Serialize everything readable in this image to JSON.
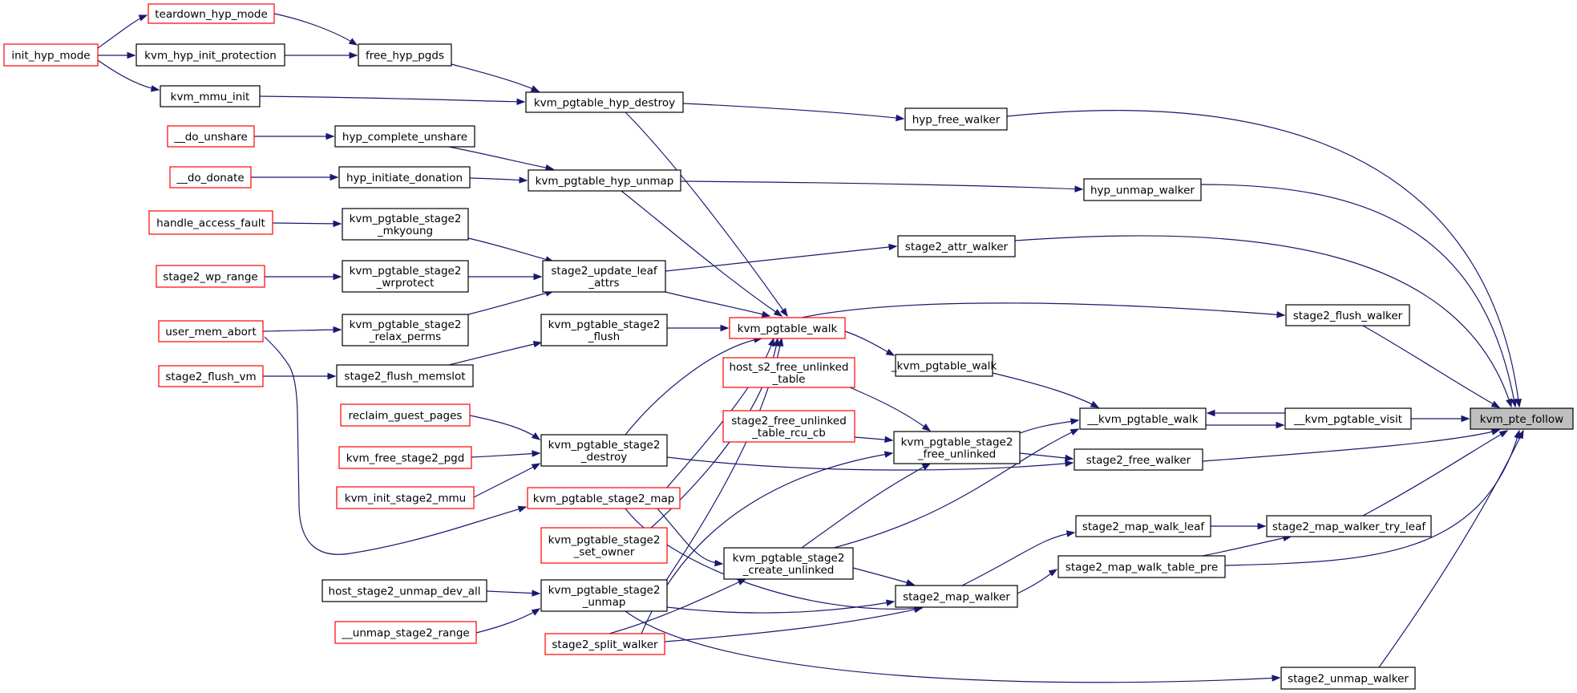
{
  "graph": {
    "colors": {
      "edge": "#191970",
      "border_normal": "#000000",
      "border_truncated": "#ff0000",
      "root_fill": "#bfbfbf",
      "background": "#ffffff"
    },
    "nodes": [
      {
        "id": "n_teardown_hyp_mode",
        "lines": [
          "teardown_hyp_mode"
        ],
        "style": "truncated"
      },
      {
        "id": "n_init_hyp_mode",
        "lines": [
          "init_hyp_mode"
        ],
        "style": "truncated"
      },
      {
        "id": "n_kvm_hyp_init_protection",
        "lines": [
          "kvm_hyp_init_protection"
        ],
        "style": "normal"
      },
      {
        "id": "n_free_hyp_pgds",
        "lines": [
          "free_hyp_pgds"
        ],
        "style": "normal"
      },
      {
        "id": "n_kvm_mmu_init",
        "lines": [
          "kvm_mmu_init"
        ],
        "style": "normal"
      },
      {
        "id": "n_kvm_pgtable_hyp_destroy",
        "lines": [
          "kvm_pgtable_hyp_destroy"
        ],
        "style": "normal"
      },
      {
        "id": "n_hyp_free_walker",
        "lines": [
          "hyp_free_walker"
        ],
        "style": "normal"
      },
      {
        "id": "n_do_unshare",
        "lines": [
          "__do_unshare"
        ],
        "style": "truncated"
      },
      {
        "id": "n_hyp_complete_unshare",
        "lines": [
          "hyp_complete_unshare"
        ],
        "style": "normal"
      },
      {
        "id": "n_do_donate",
        "lines": [
          "__do_donate"
        ],
        "style": "truncated"
      },
      {
        "id": "n_hyp_initiate_donation",
        "lines": [
          "hyp_initiate_donation"
        ],
        "style": "normal"
      },
      {
        "id": "n_kvm_pgtable_hyp_unmap",
        "lines": [
          "kvm_pgtable_hyp_unmap"
        ],
        "style": "normal"
      },
      {
        "id": "n_hyp_unmap_walker",
        "lines": [
          "hyp_unmap_walker"
        ],
        "style": "normal"
      },
      {
        "id": "n_handle_access_fault",
        "lines": [
          "handle_access_fault"
        ],
        "style": "truncated"
      },
      {
        "id": "n_kvm_pgtable_stage2_mkyoung",
        "lines": [
          "kvm_pgtable_stage2",
          "_mkyoung"
        ],
        "style": "normal"
      },
      {
        "id": "n_stage2_attr_walker",
        "lines": [
          "stage2_attr_walker"
        ],
        "style": "normal"
      },
      {
        "id": "n_stage2_wp_range",
        "lines": [
          "stage2_wp_range"
        ],
        "style": "truncated"
      },
      {
        "id": "n_kvm_pgtable_stage2_wrprotect",
        "lines": [
          "kvm_pgtable_stage2",
          "_wrprotect"
        ],
        "style": "normal"
      },
      {
        "id": "n_stage2_update_leaf_attrs",
        "lines": [
          "stage2_update_leaf",
          "_attrs"
        ],
        "style": "normal"
      },
      {
        "id": "n_user_mem_abort",
        "lines": [
          "user_mem_abort"
        ],
        "style": "truncated"
      },
      {
        "id": "n_kvm_pgtable_stage2_relax_perms",
        "lines": [
          "kvm_pgtable_stage2",
          "_relax_perms"
        ],
        "style": "normal"
      },
      {
        "id": "n_kvm_pgtable_stage2_flush",
        "lines": [
          "kvm_pgtable_stage2",
          "_flush"
        ],
        "style": "normal"
      },
      {
        "id": "n_kvm_pgtable_walk",
        "lines": [
          "kvm_pgtable_walk"
        ],
        "style": "truncated"
      },
      {
        "id": "n_stage2_flush_walker",
        "lines": [
          "stage2_flush_walker"
        ],
        "style": "normal"
      },
      {
        "id": "n_stage2_flush_vm",
        "lines": [
          "stage2_flush_vm"
        ],
        "style": "truncated"
      },
      {
        "id": "n_stage2_flush_memslot",
        "lines": [
          "stage2_flush_memslot"
        ],
        "style": "normal"
      },
      {
        "id": "n_kvm_pgtable_walk_underscore",
        "lines": [
          "_kvm_pgtable_walk"
        ],
        "style": "normal"
      },
      {
        "id": "n_host_s2_free_unlinked_table",
        "lines": [
          "host_s2_free_unlinked",
          "_table"
        ],
        "style": "truncated"
      },
      {
        "id": "n_kvm_pgtable_walk_dunder",
        "lines": [
          "__kvm_pgtable_walk"
        ],
        "style": "normal"
      },
      {
        "id": "n_kvm_pgtable_visit",
        "lines": [
          "__kvm_pgtable_visit"
        ],
        "style": "normal"
      },
      {
        "id": "n_kvm_pte_follow",
        "lines": [
          "kvm_pte_follow"
        ],
        "style": "root"
      },
      {
        "id": "n_reclaim_guest_pages",
        "lines": [
          "reclaim_guest_pages"
        ],
        "style": "truncated"
      },
      {
        "id": "n_stage2_free_unlinked_table_rcu_cb",
        "lines": [
          "stage2_free_unlinked",
          "_table_rcu_cb"
        ],
        "style": "truncated"
      },
      {
        "id": "n_kvm_pgtable_stage2_free_unlinked",
        "lines": [
          "kvm_pgtable_stage2",
          "_free_unlinked"
        ],
        "style": "normal"
      },
      {
        "id": "n_kvm_free_stage2_pgd",
        "lines": [
          "kvm_free_stage2_pgd"
        ],
        "style": "truncated"
      },
      {
        "id": "n_kvm_pgtable_stage2_destroy",
        "lines": [
          "kvm_pgtable_stage2",
          "_destroy"
        ],
        "style": "normal"
      },
      {
        "id": "n_stage2_free_walker",
        "lines": [
          "stage2_free_walker"
        ],
        "style": "normal"
      },
      {
        "id": "n_kvm_init_stage2_mmu",
        "lines": [
          "kvm_init_stage2_mmu"
        ],
        "style": "truncated"
      },
      {
        "id": "n_kvm_pgtable_stage2_map",
        "lines": [
          "kvm_pgtable_stage2_map"
        ],
        "style": "truncated"
      },
      {
        "id": "n_stage2_map_walk_leaf",
        "lines": [
          "stage2_map_walk_leaf"
        ],
        "style": "normal"
      },
      {
        "id": "n_stage2_map_walker_try_leaf",
        "lines": [
          "stage2_map_walker_try_leaf"
        ],
        "style": "normal"
      },
      {
        "id": "n_kvm_pgtable_stage2_set_owner",
        "lines": [
          "kvm_pgtable_stage2",
          "_set_owner"
        ],
        "style": "truncated"
      },
      {
        "id": "n_kvm_pgtable_stage2_create_unlinked",
        "lines": [
          "kvm_pgtable_stage2",
          "_create_unlinked"
        ],
        "style": "normal"
      },
      {
        "id": "n_stage2_map_walk_table_pre",
        "lines": [
          "stage2_map_walk_table_pre"
        ],
        "style": "normal"
      },
      {
        "id": "n_host_stage2_unmap_dev_all",
        "lines": [
          "host_stage2_unmap_dev_all"
        ],
        "style": "normal"
      },
      {
        "id": "n_kvm_pgtable_stage2_unmap",
        "lines": [
          "kvm_pgtable_stage2",
          "_unmap"
        ],
        "style": "normal"
      },
      {
        "id": "n_stage2_map_walker",
        "lines": [
          "stage2_map_walker"
        ],
        "style": "normal"
      },
      {
        "id": "n_unmap_stage2_range",
        "lines": [
          "__unmap_stage2_range"
        ],
        "style": "truncated"
      },
      {
        "id": "n_stage2_split_walker",
        "lines": [
          "stage2_split_walker"
        ],
        "style": "truncated"
      },
      {
        "id": "n_stage2_unmap_walker",
        "lines": [
          "stage2_unmap_walker"
        ],
        "style": "normal"
      }
    ]
  }
}
